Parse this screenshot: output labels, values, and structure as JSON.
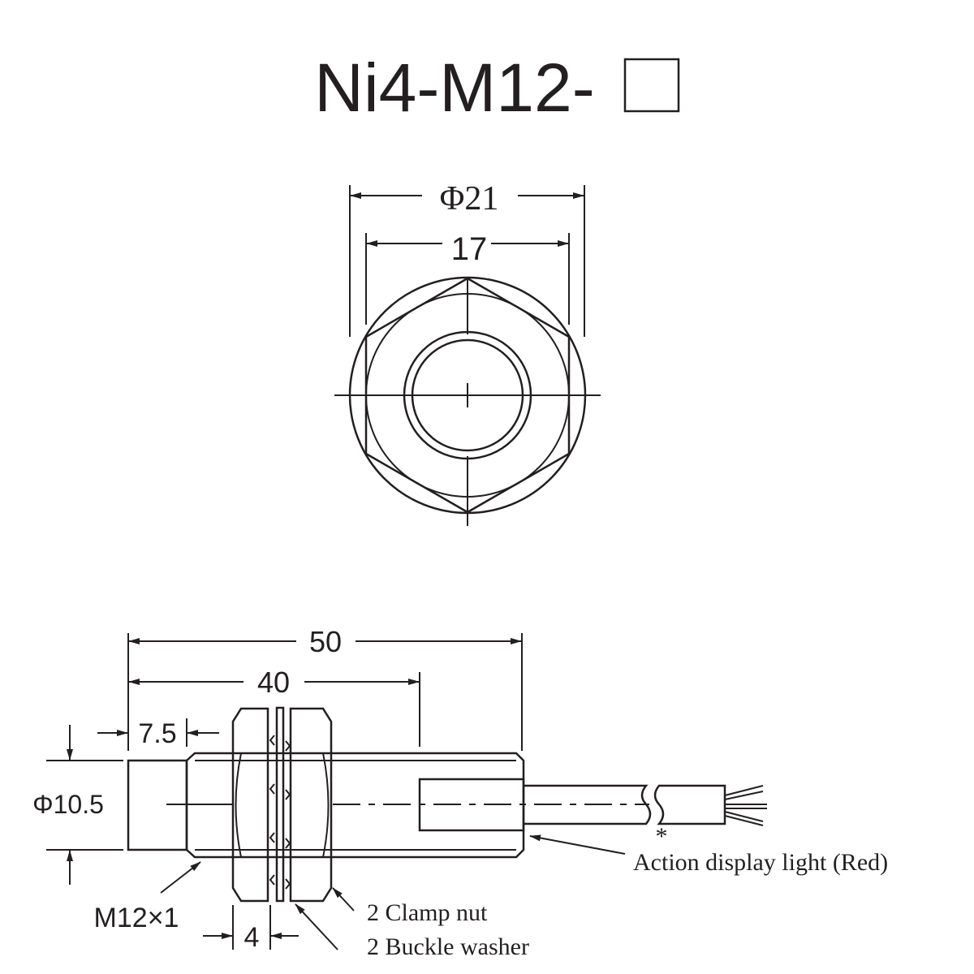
{
  "title": "Ni4-M12-",
  "title_box_symbol": "□",
  "end_view": {
    "outer_diameter_label": "Φ21",
    "hex_across_flats_label": "17"
  },
  "side_view": {
    "total_length_label": "50",
    "thread_length_label": "40",
    "face_length_label": "7.5",
    "face_diameter_label": "Φ10.5",
    "thread_label": "M12×1",
    "nut_thickness_label": "4",
    "clamp_nut_label": "2 Clamp nut",
    "buckle_washer_label": "2 Buckle washer",
    "asterisk": "*",
    "indicator_label": "Action display light (Red)"
  },
  "colors": {
    "line": "#231f20",
    "background": "#ffffff"
  }
}
